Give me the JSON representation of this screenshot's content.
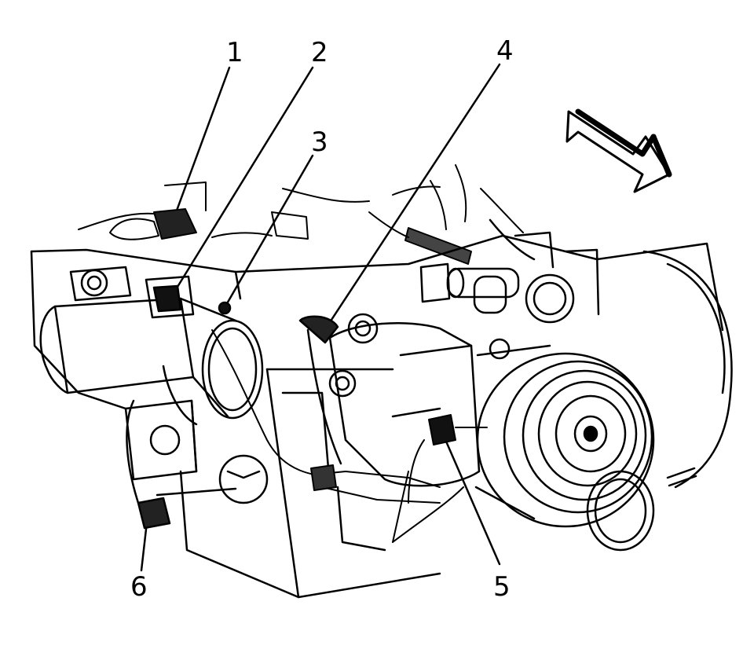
{
  "callouts": [
    {
      "label": "1",
      "part": "callout-1"
    },
    {
      "label": "2",
      "part": "callout-2"
    },
    {
      "label": "3",
      "part": "callout-3"
    },
    {
      "label": "4",
      "part": "callout-4"
    },
    {
      "label": "5",
      "part": "callout-5"
    },
    {
      "label": "6",
      "part": "callout-6"
    }
  ],
  "colors": {
    "ink": "#000000",
    "paper": "#ffffff"
  }
}
